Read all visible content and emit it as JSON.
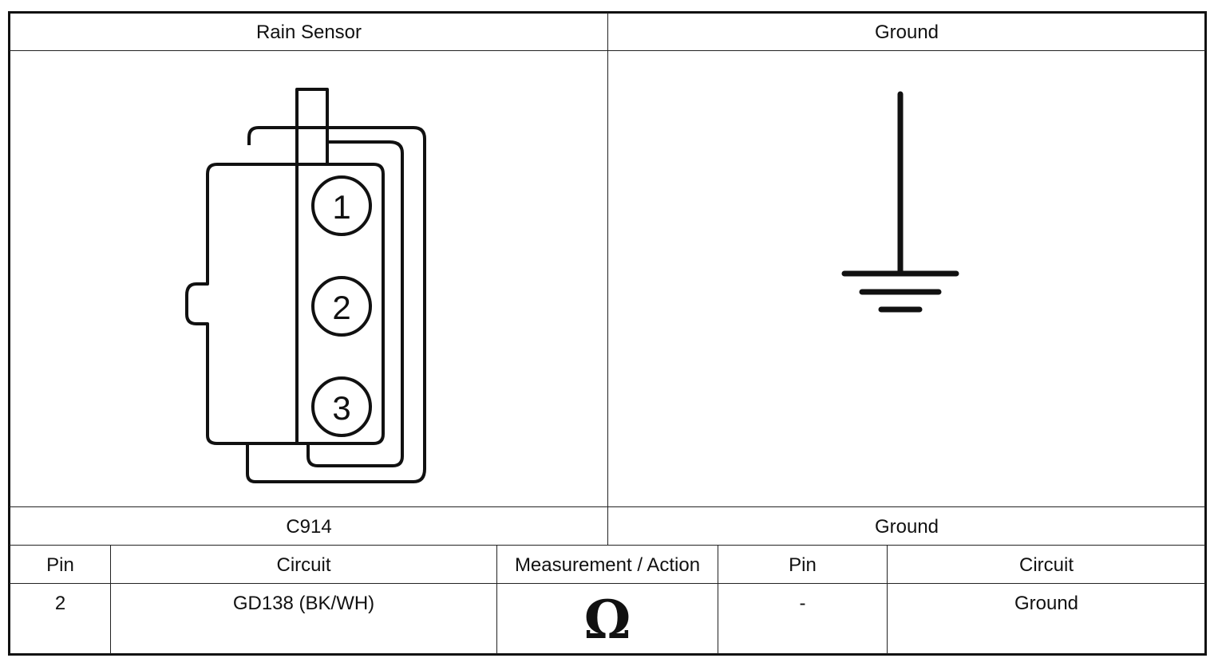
{
  "header": {
    "left_title": "Rain Sensor",
    "right_title": "Ground"
  },
  "connector": {
    "pin_labels": [
      "1",
      "2",
      "3"
    ],
    "id_label": "C914"
  },
  "ground_panel": {
    "icon": "ground-symbol-icon",
    "label": "Ground"
  },
  "table": {
    "headers": [
      "Pin",
      "Circuit",
      "Measurement / Action",
      "Pin",
      "Circuit"
    ],
    "row": {
      "pin": "2",
      "circuit": "GD138 (BK/WH)",
      "measurement": "Ω",
      "pin2": "-",
      "circuit2": "Ground"
    }
  }
}
